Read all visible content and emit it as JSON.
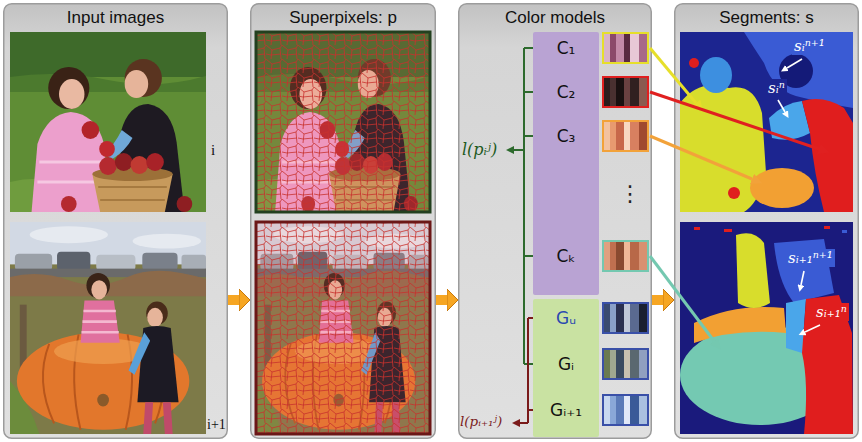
{
  "diagram": {
    "nodes": [
      {
        "text": [
          "Input images"
        ]
      },
      {
        "text": [
          "Superpixels: p"
        ]
      },
      {
        "text": [
          "Color models"
        ]
      },
      {
        "text": [
          "C₁",
          "C₂",
          "C₃",
          "Cₖ"
        ],
        "in": 2
      },
      {
        "text": [
          "Gᵤ",
          "Gᵢ",
          "Gᵢ₊₁"
        ],
        "in": 2
      },
      {
        "text": [
          "Segments: s"
        ]
      }
    ],
    "edges": [
      {
        "from": 0,
        "to": 1,
        "arrow": "to"
      },
      {
        "from": 1,
        "to": 2,
        "arrow": "to"
      },
      {
        "from": 2,
        "to": 5,
        "arrow": "to"
      }
    ],
    "labels": [
      "i",
      "i+1",
      "l(pᵢʲ)",
      "⋮",
      "l(pᵢ₊₁ʲ)",
      "sᵢⁿ⁺¹",
      "sᵢⁿ",
      "sᵢ₊₁ⁿ⁺¹",
      "sᵢ₊₁ⁿ"
    ]
  }
}
